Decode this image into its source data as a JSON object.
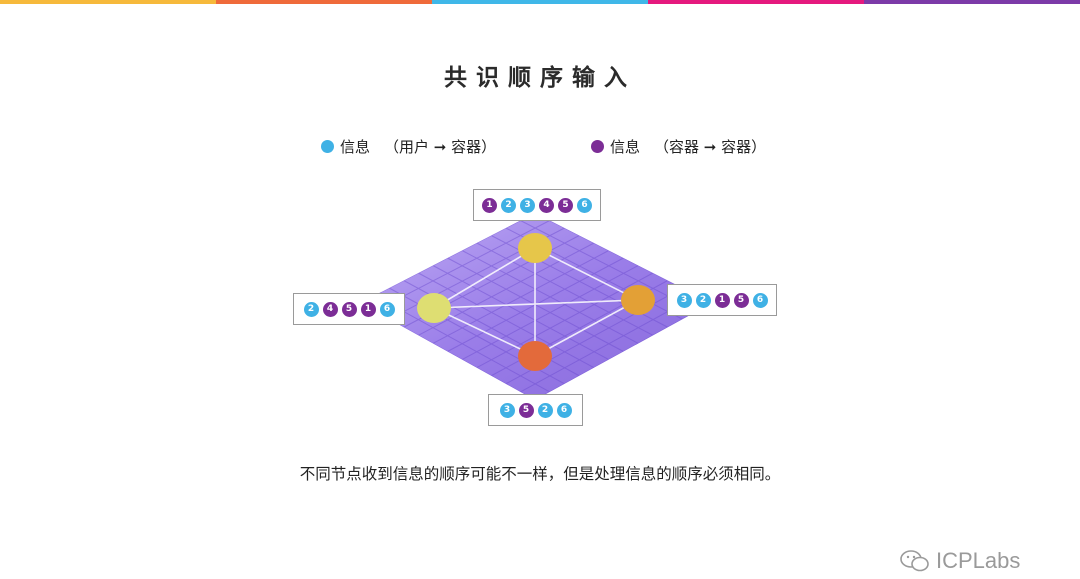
{
  "top_bar_colors": [
    "#f6b93b",
    "#ef6a3a",
    "#3fb7e8",
    "#e5197e",
    "#7c3aa8"
  ],
  "title": "共识顺序输入",
  "legend": {
    "user_message": {
      "label": "信息",
      "detail": "（用户 ➞ 容器）",
      "color": "#3fb1e5"
    },
    "container_message": {
      "label": "信息",
      "detail": "（容器 ➞ 容器）",
      "color": "#7c2d96"
    }
  },
  "nodes": [
    {
      "id": "top",
      "color": "#e6c64a"
    },
    {
      "id": "left",
      "color": "#dede72"
    },
    {
      "id": "right",
      "color": "#e3a036"
    },
    {
      "id": "bottom",
      "color": "#e36a3b"
    }
  ],
  "orders": {
    "top": [
      {
        "n": "1",
        "kind": "container"
      },
      {
        "n": "2",
        "kind": "user"
      },
      {
        "n": "3",
        "kind": "user"
      },
      {
        "n": "4",
        "kind": "container"
      },
      {
        "n": "5",
        "kind": "container"
      },
      {
        "n": "6",
        "kind": "user"
      }
    ],
    "left": [
      {
        "n": "2",
        "kind": "user"
      },
      {
        "n": "4",
        "kind": "container"
      },
      {
        "n": "5",
        "kind": "container"
      },
      {
        "n": "1",
        "kind": "container"
      },
      {
        "n": "6",
        "kind": "user"
      }
    ],
    "right": [
      {
        "n": "3",
        "kind": "user"
      },
      {
        "n": "2",
        "kind": "user"
      },
      {
        "n": "1",
        "kind": "container"
      },
      {
        "n": "5",
        "kind": "container"
      },
      {
        "n": "6",
        "kind": "user"
      }
    ],
    "bottom": [
      {
        "n": "3",
        "kind": "user"
      },
      {
        "n": "5",
        "kind": "container"
      },
      {
        "n": "2",
        "kind": "user"
      },
      {
        "n": "6",
        "kind": "user"
      }
    ]
  },
  "caption": "不同节点收到信息的顺序可能不一样，但是处理信息的顺序必须相同。",
  "watermark": "ICPLabs",
  "watermark_icon": "wechat-icon"
}
